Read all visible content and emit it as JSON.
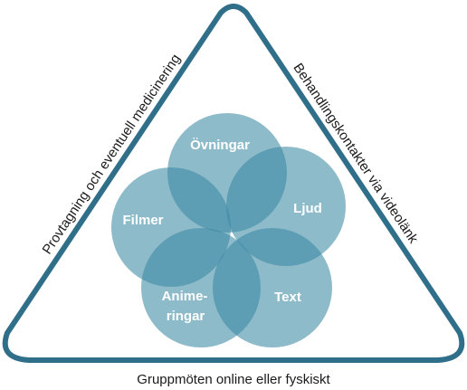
{
  "colors": {
    "triangle_stroke": "#2f6f8a",
    "circle_fill": "#3c8aa3",
    "label_text": "#1a1a1a",
    "circle_text": "#ffffff"
  },
  "triangle": {
    "left_side_label": "Provtagning och eventuell medicinering",
    "right_side_label": "Behandlingskontakter via videolänk",
    "bottom_label": "Gruppmöten online eller fyskiskt"
  },
  "circles": [
    {
      "id": "ovningar",
      "lines": [
        "Övningar"
      ]
    },
    {
      "id": "ljud",
      "lines": [
        "Ljud"
      ]
    },
    {
      "id": "text",
      "lines": [
        "Text"
      ]
    },
    {
      "id": "animeringar",
      "lines": [
        "Anime-",
        "ringar"
      ]
    },
    {
      "id": "filmer",
      "lines": [
        "Filmer"
      ]
    }
  ]
}
